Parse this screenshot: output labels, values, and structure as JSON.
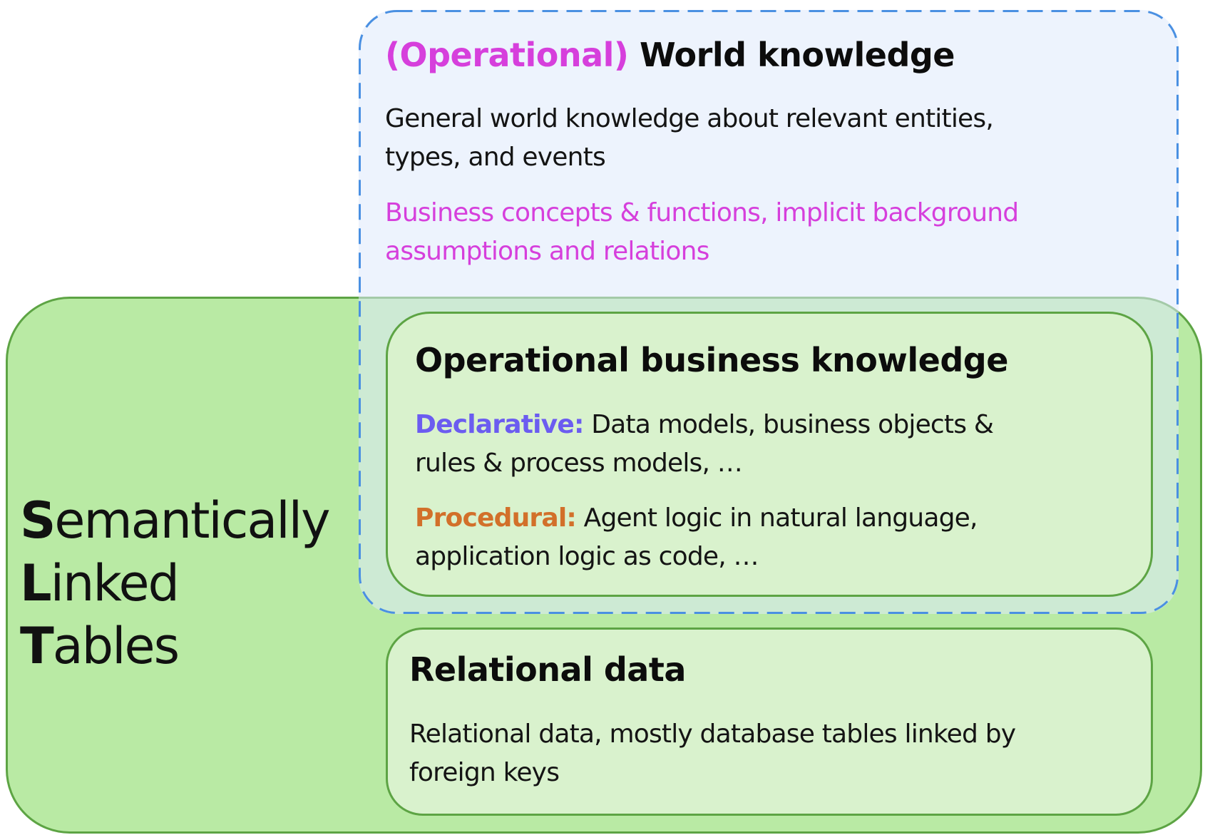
{
  "world_knowledge": {
    "title_prefix": "(Operational)",
    "title_main": "World knowledge",
    "general_line_1": "General world knowledge about relevant entities,",
    "general_line_2": "types, and events",
    "business_line_1": "Business concepts & functions, implicit background",
    "business_line_2": "assumptions and relations"
  },
  "business_knowledge": {
    "title": "Operational business knowledge",
    "declarative_label": "Declarative:",
    "declarative_line_1": "Data models, business objects &",
    "declarative_line_2": "rules & process models, …",
    "procedural_label": "Procedural:",
    "procedural_line_1": "Agent logic in natural language,",
    "procedural_line_2": "application logic as code, …"
  },
  "relational": {
    "title": "Relational data",
    "line_1": "Relational data, mostly database tables linked by",
    "line_2": "foreign keys"
  },
  "slt": {
    "word_1_initial": "S",
    "word_1_rest": "emantically",
    "word_2_initial": "L",
    "word_2_rest": "inked",
    "word_3_initial": "T",
    "word_3_rest": "ables"
  },
  "colors": {
    "green_fill": "#b9eaa4",
    "green_border": "#5da444",
    "inner_box_fill": "#d9f2cd",
    "world_fill": "#deeafc",
    "dashed_border": "#4a90e2",
    "magenta": "#d63fdc",
    "declarative": "#6b5cf0",
    "procedural": "#d2702a"
  }
}
